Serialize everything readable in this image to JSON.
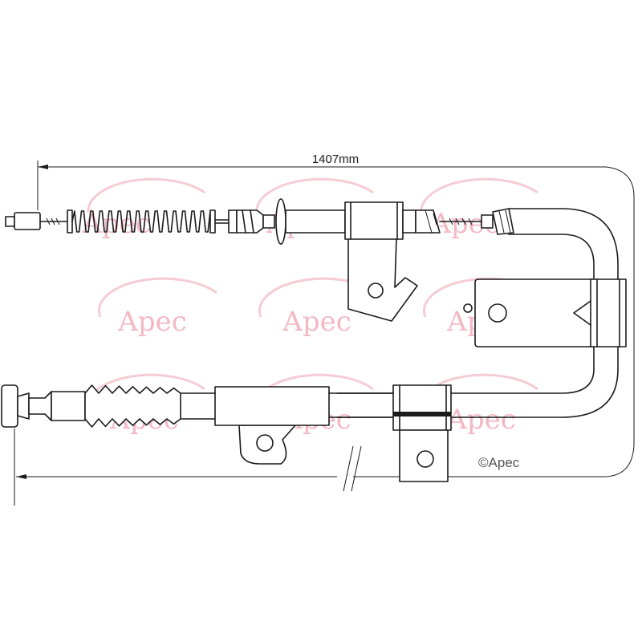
{
  "dimension": {
    "label": "1407mm"
  },
  "watermark": {
    "text": "Apec"
  },
  "copyright": {
    "text": "©Apec"
  },
  "colors": {
    "line": "#1a1a1a",
    "watermark": "#f3b8c3",
    "background": "#ffffff"
  }
}
